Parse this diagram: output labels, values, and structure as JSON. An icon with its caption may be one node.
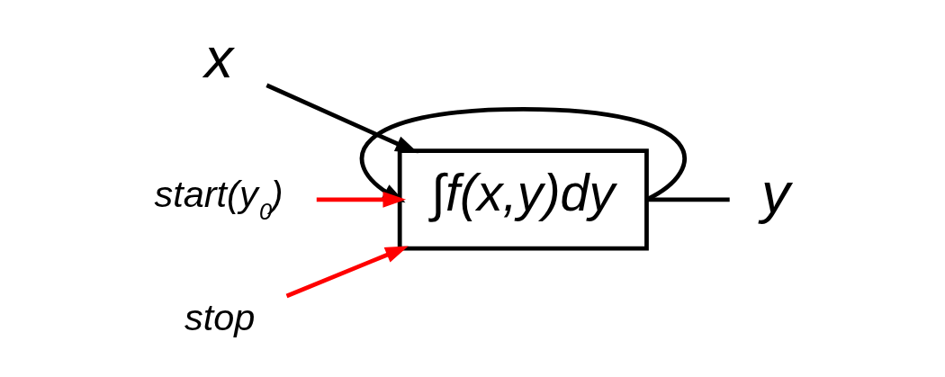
{
  "diagram": {
    "nodes": [
      {
        "text": [
          "∫f(x,y)dy"
        ]
      },
      {
        "text": [
          "x"
        ]
      },
      {
        "text": [
          "y"
        ]
      },
      {
        "text": [
          "start(y$_{0}$)"
        ]
      },
      {
        "text": [
          "stop"
        ]
      }
    ],
    "edges": [
      {
        "from": 1,
        "to": 0,
        "arrow": "to"
      },
      {
        "from": 0,
        "to": 2,
        "arrow": "none"
      },
      {
        "from": 0,
        "to": 0,
        "arrow": "to"
      },
      {
        "from": 3,
        "to": 0,
        "arrow": "to",
        "color": "#ff0000"
      },
      {
        "from": 4,
        "to": 0,
        "arrow": "to",
        "color": "#ff0000"
      }
    ]
  }
}
